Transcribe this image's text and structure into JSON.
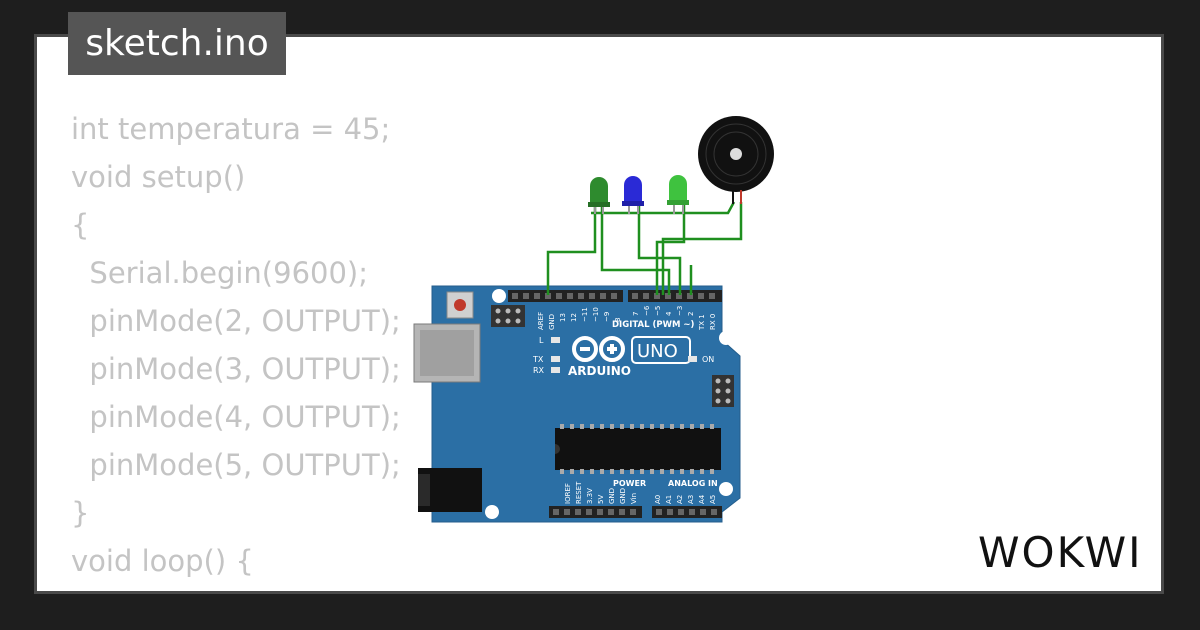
{
  "file_tab": {
    "title": "sketch.ino"
  },
  "code_lines": [
    "int temperatura = 45;",
    "void setup()",
    "{",
    "  Serial.begin(9600);",
    "  pinMode(2, OUTPUT);",
    "  pinMode(3, OUTPUT);",
    "  pinMode(4, OUTPUT);",
    "  pinMode(5, OUTPUT);",
    "}",
    "void loop() {"
  ],
  "board": {
    "model": "UNO",
    "brand": "ARDUINO",
    "on_label": "ON",
    "l_label": "L",
    "tx_label": "TX",
    "rx_label": "RX",
    "digital_label": "DIGITAL (PWM ~)",
    "power_label": "POWER",
    "analog_label": "ANALOG IN",
    "top_pins": [
      "AREF",
      "GND",
      "13",
      "12",
      "~11",
      "~10",
      "~9",
      "8",
      "7",
      "~6",
      "~5",
      "4",
      "~3",
      "2",
      "TX 1",
      "RX 0"
    ],
    "power_pins": [
      "IOREF",
      "RESET",
      "3.3V",
      "5V",
      "GND",
      "GND",
      "Vin"
    ],
    "analog_pins": [
      "A0",
      "A1",
      "A2",
      "A3",
      "A4",
      "A5"
    ]
  },
  "leds": [
    {
      "name": "green-dark",
      "color": "#2e8b2e"
    },
    {
      "name": "blue",
      "color": "#2a2ad6"
    },
    {
      "name": "green-light",
      "color": "#3fc23f"
    }
  ],
  "wire_color": "#1f8f1f",
  "brand_logo": "WOKWI",
  "colors": {
    "board": "#2b6fa5",
    "background": "#1e1e1e",
    "code_text": "#c4c4c4",
    "tab_bg": "#555555"
  }
}
